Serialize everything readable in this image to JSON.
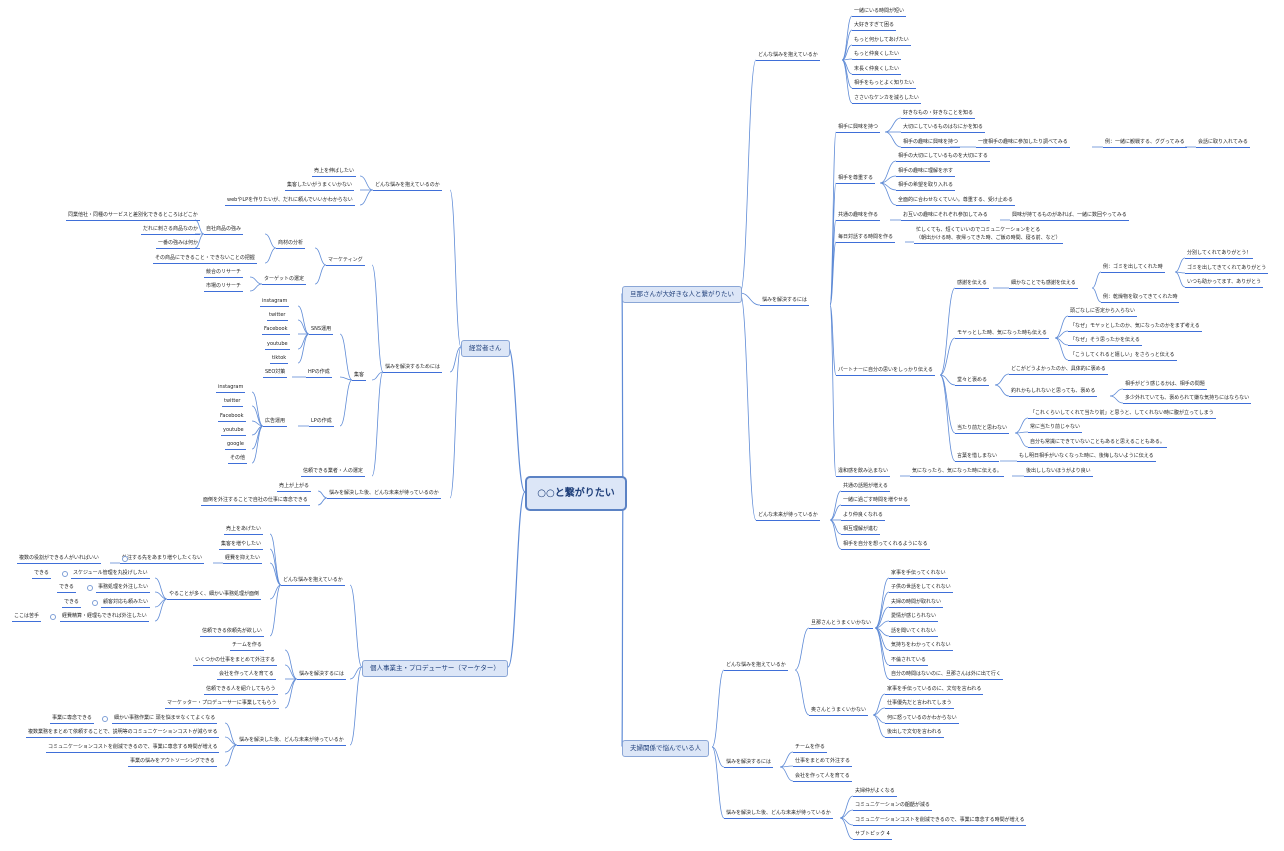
{
  "center": "○○と繋がりたい",
  "main": {
    "m1": "旦那さんが大好きな人と繋がりたい",
    "m2": "夫婦関係で悩んでいる人",
    "m3": "経営者さん",
    "m4": "個人事業主・プロデューサー（マーケター）"
  },
  "nodes": {
    "a1": "どんな悩みを抱えているか",
    "a1_1": "一緒にいる時間が短い",
    "a1_2": "大好きすぎて困る",
    "a1_3": "もっと何かしてあげたい",
    "a1_4": "もっと仲良くしたい",
    "a1_5": "末長く仲良くしたい",
    "a1_6": "相手をもっとよく知りたい",
    "a1_7": "ささいなケンカを減らしたい",
    "a2": "悩みを解決するには",
    "a2_1": "相手に興味を持つ",
    "a2_1_1": "好きなもの・好きなことを知る",
    "a2_1_2": "大切にしているものはなにかを知る",
    "a2_1_3": "相手の趣味に興味を持つ",
    "a2_1_3a": "一度相手の趣味に参加したり調べてみる",
    "a2_1_3b": "例：一緒に観戦する、ググってみる",
    "a2_1_3c": "会話に取り入れてみる",
    "a2_2": "相手を尊重する",
    "a2_2_1": "相手の大切にしているものを大切にする",
    "a2_2_2": "相手の趣味に理解を示す",
    "a2_2_3": "相手の希望を取り入れる",
    "a2_2_4": "全面的に合わせなくていい。尊重する、受け止める",
    "a2_3": "共通の趣味を作る",
    "a2_3_1": "お互いの趣味にそれぞれ参加してみる",
    "a2_3_2": "興味が持てるものがあれば、一緒に数回やってみる",
    "a2_4": "毎日対話する時間を作る",
    "a2_4_1": "忙しくても、短くていいのでコミュニケーションをとる",
    "a2_4_2": "（朝出かける時、夜帰ってきた時、ご飯の時間、寝る前、など）",
    "a2_5": "パートナーに自分の思いをしっかり伝える",
    "a2_5_1": "感謝を伝える",
    "a2_5_1a": "細かなことでも感謝を伝える",
    "a2_5_1b": "例：ゴミを出してくれた時",
    "a2_5_1b1": "分別してくれてありがとう！",
    "a2_5_1b2": "ゴミを出してきてくれてありがとう",
    "a2_5_1b3": "いつも助かってます、ありがとう",
    "a2_5_1c": "例：乾燥物を取ってきてくれた時",
    "a2_5_2": "モヤっとした時、気になった時も伝える",
    "a2_5_2a": "頭ごなしに否定から入らない",
    "a2_5_2b": "「なぜ」モヤッとしたのか、気になったのかをまず考える",
    "a2_5_2c": "「なぜ」そう思ったかを伝える",
    "a2_5_2d": "「こうしてくれると嬉しい」をさらっと伝える",
    "a2_5_3": "堂々と褒める",
    "a2_5_3a": "どこがどうよかったのか、具体的に褒める",
    "a2_5_3b": "釣れかもしれないと思っても、褒める",
    "a2_5_3b1": "相手がどう感じるかは、相手の問題",
    "a2_5_3b2": "多少外れていても、褒められて嫌な気持ちにはならない",
    "a2_5_4": "当たり前だと思わない",
    "a2_5_4a": "「これくらいしてくれて当たり前」と思うと、してくれない時に腹が立ってしまう",
    "a2_5_4b": "常に当たり前じゃない",
    "a2_5_4c": "自分も常識にできていないこともあると思えることもある。",
    "a2_5_5": "言葉を惜しまない",
    "a2_5_5a": "もし明日相手がいなくなった時に、後悔しないように伝える",
    "a2_6": "違和感を飲み込まない",
    "a2_6_1": "気になったら、気になった時に伝える。",
    "a2_6_2": "後出ししないほうがより良い",
    "a3": "どんな未来が待っているか",
    "a3_1": "共通の話題が増える",
    "a3_2": "一緒に過ごす時間を増やせる",
    "a3_3": "より仲良くなれる",
    "a3_4": "相互理解が進む",
    "a3_5": "相手を自分を想ってくれるようになる",
    "b1": "どんな悩みを抱えているか",
    "b1_1": "旦那さんとうまくいかない",
    "b1_1_1": "家事を手伝ってくれない",
    "b1_1_2": "子供の世話をしてくれない",
    "b1_1_3": "夫婦の時間が取れない",
    "b1_1_4": "愛情が感じられない",
    "b1_1_5": "話を聞いてくれない",
    "b1_1_6": "気持ちをわかってくれない",
    "b1_1_7": "不倫されている",
    "b1_1_8": "自分の時間はないのに、旦那さんは外に出て行く",
    "b1_2": "奥さんとうまくいかない",
    "b1_2_1": "家事を手伝っているのに、文句を言われる",
    "b1_2_2": "仕事優先だと言われてしまう",
    "b1_2_3": "何に怒っているのかわからない",
    "b1_2_4": "後出しで文句を言われる",
    "b2": "悩みを解決するには",
    "b2_1": "チームを作る",
    "b2_2": "仕事をまとめて外注する",
    "b2_3": "会社を作って人を育てる",
    "b3": "悩みを解決した後、どんな未来が待っているか",
    "b3_1": "夫婦仲がよくなる",
    "b3_2": "コミュニケーションの齟齬が減る",
    "b3_3": "コミュニケーションコストを削減できるので、事業に専念する時間が増える",
    "b3_4": "サブトピック 4",
    "c1": "どんな悩みを抱えているのか",
    "c1_1": "売上を伸ばしたい",
    "c1_2": "集客したいがうまくいかない",
    "c1_3": "webやLPを作りたいが、だれに頼んでいいかわからない",
    "c2": "悩みを解決するためには",
    "c2_1": "マーケティング",
    "c2_1_1": "商材の分析",
    "c2_1_1a": "自社商品の強み",
    "c2_1_1a1": "同業他社・同種のサービスと差別化できるところはどこか",
    "c2_1_1b": "だれに刺さる商品なのか",
    "c2_1_1c": "一番の強みは何か",
    "c2_1_1d": "その商品にできること・できないことの把握",
    "c2_1_2": "ターゲットの選定",
    "c2_1_2a": "競合のリサーチ",
    "c2_1_2b": "市場のリサーチ",
    "c2_2": "集客",
    "c2_2_1": "SNS運用",
    "c2_2_1a": "instagram",
    "c2_2_1b": "twitter",
    "c2_2_1c": "Facebook",
    "c2_2_1d": "youtube",
    "c2_2_1e": "tiktok",
    "c2_2_2": "HPの作成",
    "c2_2_2a": "SEO対策",
    "c2_2_3": "LPの作成",
    "c2_2_3a": "広告運用",
    "c2_2_3a1": "instagram",
    "c2_2_3a2": "twitter",
    "c2_2_3a3": "Facebook",
    "c2_2_3a4": "youtube",
    "c2_2_3a5": "google",
    "c2_2_3a6": "その他",
    "c2_3": "信頼できる業者・人の選定",
    "c3": "悩みを解決した後、どんな未来が待っているのか",
    "c3_1": "売上が上がる",
    "c3_2": "面倒を外注することで自社の仕事に専念できる",
    "d1": "どんな悩みを抱えているか",
    "d1_1": "売上をあげたい",
    "d1_2": "集客を増やしたい",
    "d1_3": "経費を抑えたい",
    "d1_3a": "外注する先をあまり増やしたくない",
    "d1_3a1": "複数の役割ができる人がいればいい",
    "d1_4": "やることが多く、細かい事務処理が面倒",
    "d1_4a": "スケジュール管理を丸投げしたい",
    "d1_4a1": "できる",
    "d1_4b": "事務処理を外注したい",
    "d1_4b1": "できる",
    "d1_4c": "顧客対応も頼みたい",
    "d1_4c1": "できる",
    "d1_4d": "経費精算・経理もできれば外注したい",
    "d1_4d1": "ここは苦手",
    "d1_5": "信頼できる依頼先が欲しい",
    "d2": "悩みを解決するには",
    "d2_1": "チームを作る",
    "d2_2": "いくつかの仕事をまとめて外注する",
    "d2_3": "会社を作って人を育てる",
    "d2_4": "信頼できる人を紹介してもらう",
    "d2_5": "マーケッター・プロデューサーに事業してもらう",
    "d3": "悩みを解決した後、どんな未来が待っているか",
    "d3_1": "事業に専念できる",
    "d3_1a": "細かい事務作業に 頭を悩ませなくてよくなる",
    "d3_2": "複数業務をまとめて依頼することで、説明等のコミュニケーションコストが減らせる",
    "d3_3": "コミュニケーションコストを削減できるので、事業に専念する時間が増える",
    "d3_4": "事業の悩みをアウトソーシングできる"
  }
}
